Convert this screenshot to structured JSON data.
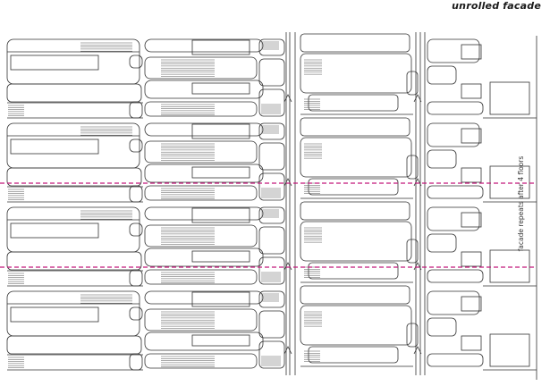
{
  "title": "unrolled facade",
  "side_note": "facade repeats after 4 floors",
  "colors": {
    "line": "#333333",
    "hatch": "#555555",
    "repeat_marker": "#c2187a",
    "background": "#ffffff"
  },
  "diagram": {
    "floors_visible": 4,
    "repeat_every_floors": 4,
    "repeat_markers": 2
  }
}
